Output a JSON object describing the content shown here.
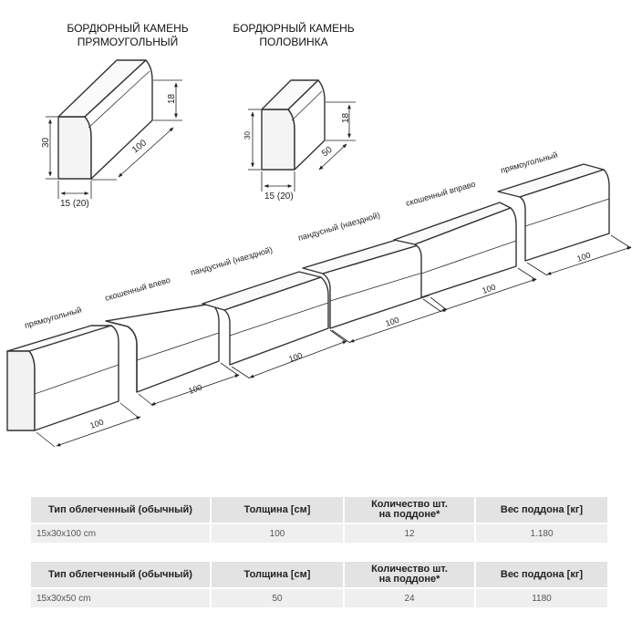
{
  "stone_rect": {
    "title_line1": "БОРДЮРНЫЙ КАМЕНЬ",
    "title_line2": "ПРЯМОУГОЛЬНЫЙ",
    "dim_height": "30",
    "dim_top": "18",
    "dim_length": "100",
    "dim_width": "15 (20)"
  },
  "stone_half": {
    "title_line1": "БОРДЮРНЫЙ КАМЕНЬ",
    "title_line2": "ПОЛОВИНКА",
    "dim_height": "30",
    "dim_top": "18",
    "dim_length": "50",
    "dim_width": "15 (20)"
  },
  "row_labels": {
    "l1": "прямоугольный",
    "l2": "скошенный влево",
    "l3": "пандусный (наездной)",
    "l4": "пандусный (наездной)",
    "l5": "скошенный вправо",
    "l6": "прямоугольный"
  },
  "row_dims": {
    "d1": "100",
    "d2": "100",
    "d3": "100",
    "d4": "100",
    "d5": "100",
    "d6": "100"
  },
  "table1": {
    "headers": [
      "Тип облегченный (обычный)",
      "Толщина [см]",
      "Количество шт.",
      "на поддоне*",
      "Вес поддона [кг]"
    ],
    "row": [
      "15x30x100 cm",
      "100",
      "12",
      "1.180"
    ]
  },
  "table2": {
    "headers": [
      "Тип облегченный (обычный)",
      "Толщина [см]",
      "Количество шт.",
      "на поддоне*",
      "Вес поддона [кг]"
    ],
    "row": [
      "15x30x50 cm",
      "50",
      "24",
      "1180"
    ]
  }
}
